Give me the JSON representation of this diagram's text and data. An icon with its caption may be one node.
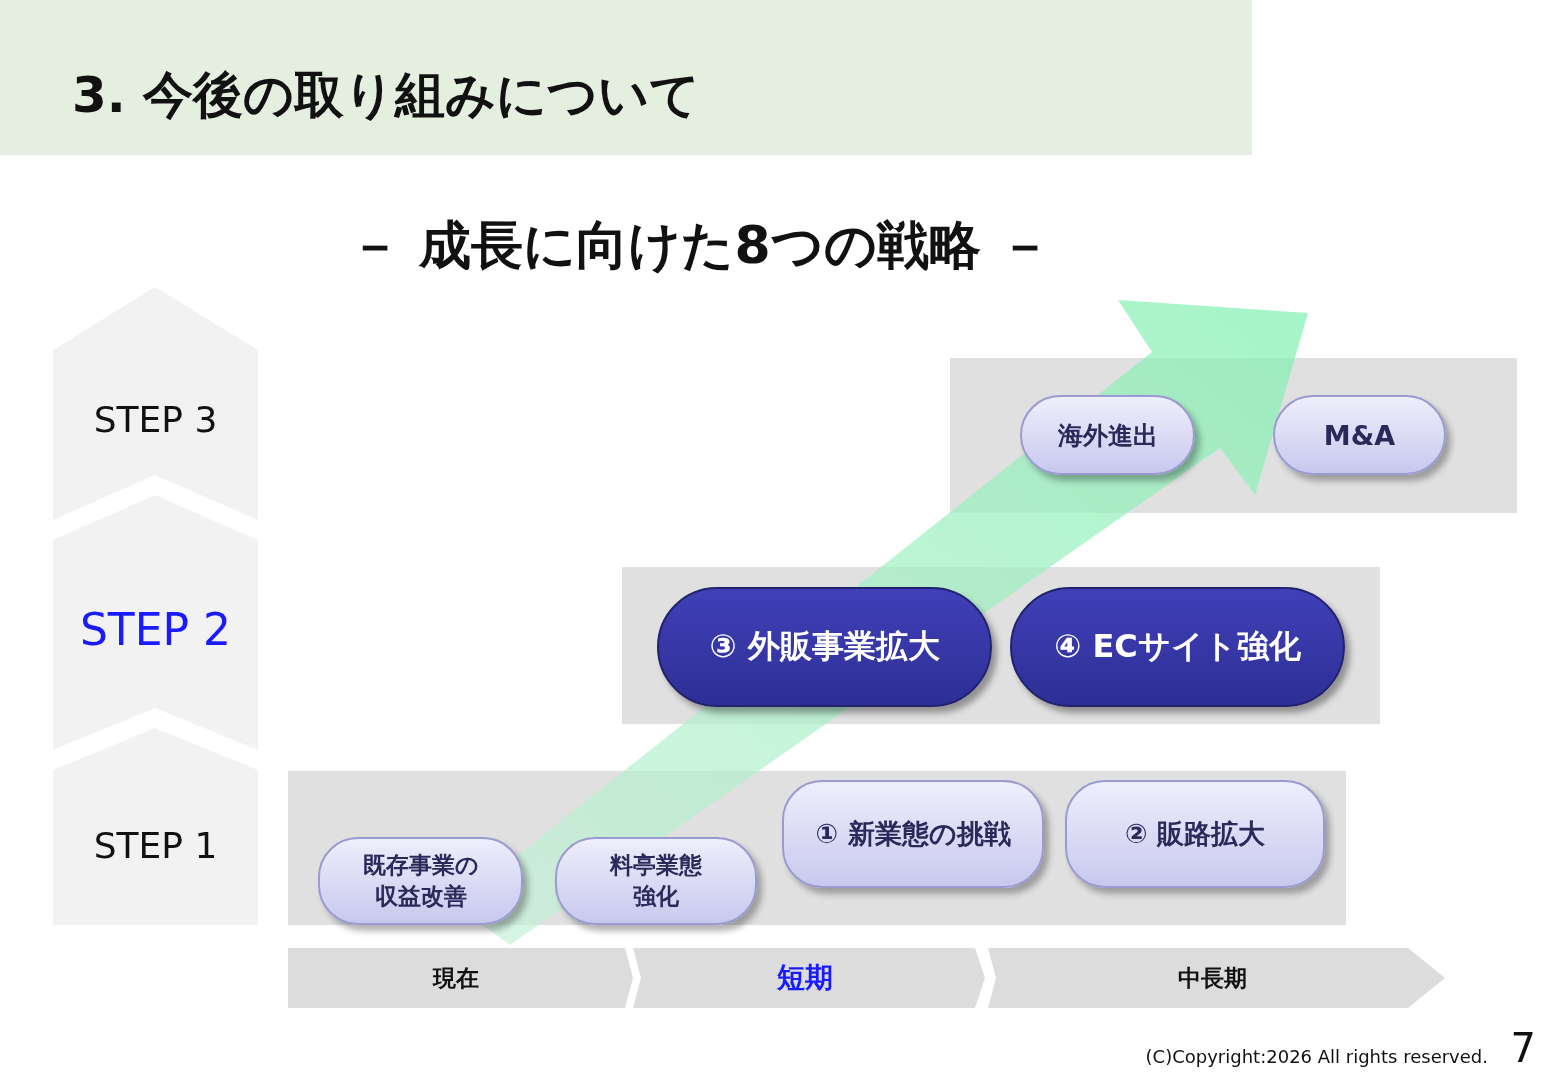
{
  "diagram": {
    "title": "3. 今後の取り組みについて",
    "nodes": [
      {
        "text": [
          "STEP 3"
        ]
      },
      {
        "text": [
          "STEP 2"
        ]
      },
      {
        "text": [
          "STEP 1"
        ]
      },
      {
        "text": [],
        "shape": "box"
      },
      {
        "text": [
          "海外進出"
        ],
        "in": 3
      },
      {
        "text": [
          "M&A"
        ],
        "in": 3
      },
      {
        "text": [],
        "shape": "box"
      },
      {
        "text": [
          "③ 外販事業拡大"
        ],
        "in": 6
      },
      {
        "text": [
          "④ ECサイト強化"
        ],
        "in": 6
      },
      {
        "text": [],
        "shape": "box"
      },
      {
        "text": [
          "既存事業の収益改善"
        ],
        "in": 9
      },
      {
        "text": [
          "料亭業態強化"
        ],
        "in": 9
      },
      {
        "text": [
          "① 新業態の挑戦"
        ],
        "in": 9
      },
      {
        "text": [
          "② 販路拡大"
        ],
        "in": 9
      },
      {
        "text": [
          "現在"
        ]
      },
      {
        "text": [
          "短期"
        ]
      },
      {
        "text": [
          "中長期"
        ]
      }
    ],
    "labels": [
      "－ 成長に向けた8つの戦略 －",
      "(C)Copyright:2026 All rights reserved.",
      "7"
    ]
  }
}
